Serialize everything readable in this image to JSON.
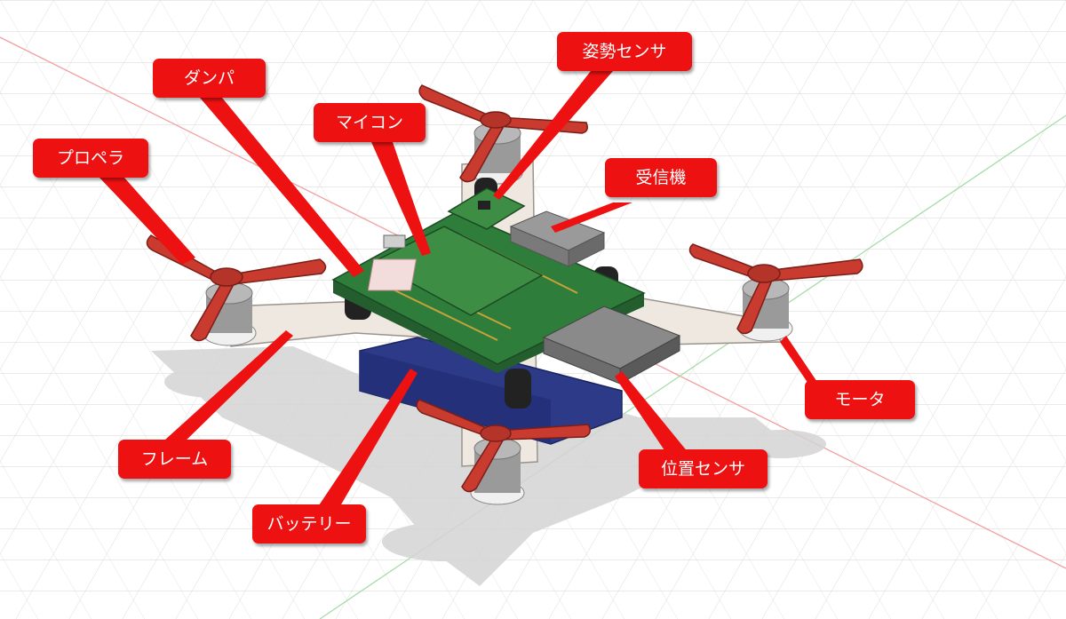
{
  "labels": {
    "propeller": "プロペラ",
    "damper": "ダンパ",
    "microcontroller": "マイコン",
    "attitude_sensor": "姿勢センサ",
    "receiver": "受信機",
    "motor": "モータ",
    "frame": "フレーム",
    "battery": "バッテリー",
    "position_sensor": "位置センサ"
  },
  "colors": {
    "callout": "#ee1111",
    "propeller": "#c93a2f",
    "pcb": "#2e7d3a",
    "battery": "#2c3a88",
    "frame": "#eee8e0",
    "sensor_box": "#8a8a8a"
  }
}
